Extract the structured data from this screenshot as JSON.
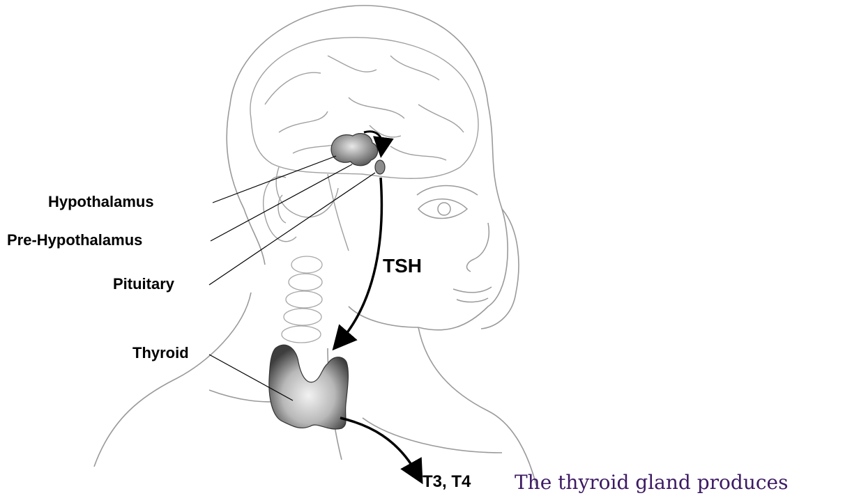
{
  "labels": {
    "hypothalamus": "Hypothalamus",
    "pre_hypothalamus": "Pre-Hypothalamus",
    "pituitary": "Pituitary",
    "tsh": "TSH",
    "thyroid": "Thyroid",
    "t3_t4": "T3, T4"
  },
  "caption": "The thyroid gland produces",
  "colors": {
    "outline": "#9a9a9a",
    "gland_dark": "#4a4a4a",
    "gland_light": "#f2f2f2",
    "arrow": "#000000",
    "caption_text": "#3d1a63"
  }
}
